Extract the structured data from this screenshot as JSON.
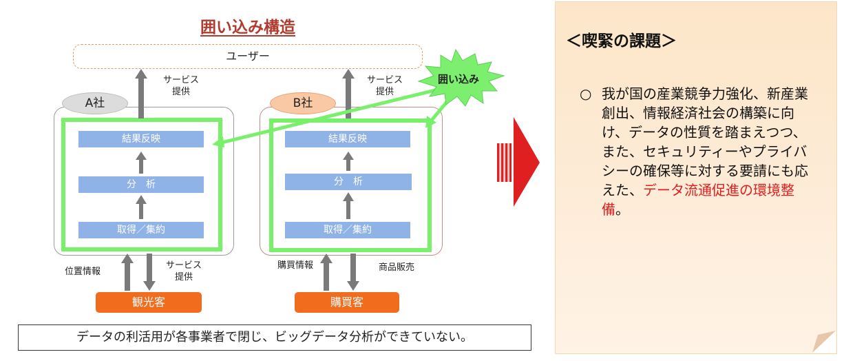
{
  "diagram": {
    "title": "囲い込み構造",
    "user": "ユーザー",
    "service_provide": "サービス\n提供",
    "enclosure_label": "囲い込み",
    "companies": [
      {
        "name": "A社",
        "steps": [
          "結果反映",
          "分　析",
          "取得／集約"
        ],
        "customer": "観光客",
        "in_label": "位置情報",
        "out_label": "サービス\n提供"
      },
      {
        "name": "B社",
        "steps": [
          "結果反映",
          "分　析",
          "取得／集約"
        ],
        "customer": "購買客",
        "in_label": "購買情報",
        "out_label": "商品販売"
      }
    ],
    "note": "データの利活用が各事業者で閉じ、ビッグデータ分析ができていない。"
  },
  "panel": {
    "title": "＜喫緊の課題＞",
    "bullet": "○",
    "text_main": "我が国の産業競争力強化、新産業創出、情報経済社会の構築に向け、データの性質を踏まえつつ、また、セキュリティーやプライバシーの確保等に対する要請にも応えた、",
    "text_red": "データ流通促進の環境整備",
    "text_end": "。"
  }
}
